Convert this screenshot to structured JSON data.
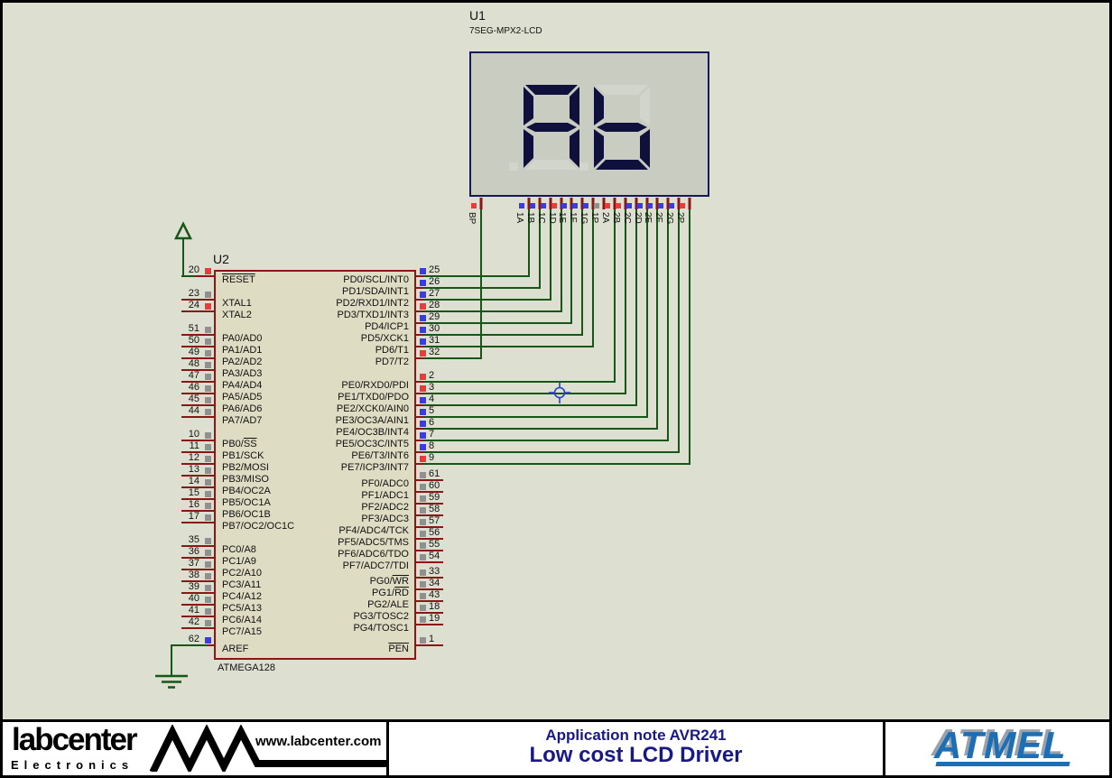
{
  "titleblock": {
    "app_note_line1": "Application note AVR241",
    "app_note_line2": "Low cost LCD Driver",
    "labcenter": {
      "name": "labcenter",
      "sub": "Electronics",
      "url": "www.labcenter.com"
    },
    "atmel": "ATMEL"
  },
  "lcd": {
    "ref": "U1",
    "part": "7SEG-MPX2-LCD",
    "display_text": "Ab",
    "digits": [
      {
        "char": "A",
        "lit": [
          "a",
          "b",
          "c",
          "e",
          "f",
          "g"
        ]
      },
      {
        "char": "b",
        "lit": [
          "c",
          "d",
          "e",
          "f",
          "g"
        ]
      }
    ],
    "pins": [
      {
        "name": "BP",
        "ind": "red"
      },
      {
        "name": "1A",
        "ind": "blue"
      },
      {
        "name": "1B",
        "ind": "blue"
      },
      {
        "name": "1C",
        "ind": "blue"
      },
      {
        "name": "1D",
        "ind": "red"
      },
      {
        "name": "1E",
        "ind": "blue"
      },
      {
        "name": "1F",
        "ind": "blue"
      },
      {
        "name": "1G",
        "ind": "blue"
      },
      {
        "name": "1P",
        "ind": "gray"
      },
      {
        "name": "2A",
        "ind": "red"
      },
      {
        "name": "2B",
        "ind": "red"
      },
      {
        "name": "2C",
        "ind": "blue"
      },
      {
        "name": "2D",
        "ind": "blue"
      },
      {
        "name": "2E",
        "ind": "blue"
      },
      {
        "name": "2F",
        "ind": "blue"
      },
      {
        "name": "2G",
        "ind": "blue"
      },
      {
        "name": "2P",
        "ind": "red"
      }
    ]
  },
  "mcu": {
    "ref": "U2",
    "part": "ATMEGA128",
    "left_groups": [
      {
        "pins": [
          {
            "num": "20",
            "label": "~RESET~",
            "ind": "red"
          }
        ]
      },
      {
        "pins": [
          {
            "num": "23",
            "label": "XTAL1",
            "ind": "gray"
          },
          {
            "num": "24",
            "label": "XTAL2",
            "ind": "red"
          }
        ]
      },
      {
        "pins": [
          {
            "num": "51",
            "label": "PA0/AD0",
            "ind": "gray"
          },
          {
            "num": "50",
            "label": "PA1/AD1",
            "ind": "gray"
          },
          {
            "num": "49",
            "label": "PA2/AD2",
            "ind": "gray"
          },
          {
            "num": "48",
            "label": "PA3/AD3",
            "ind": "gray"
          },
          {
            "num": "47",
            "label": "PA4/AD4",
            "ind": "gray"
          },
          {
            "num": "46",
            "label": "PA5/AD5",
            "ind": "gray"
          },
          {
            "num": "45",
            "label": "PA6/AD6",
            "ind": "gray"
          },
          {
            "num": "44",
            "label": "PA7/AD7",
            "ind": "gray"
          }
        ]
      },
      {
        "pins": [
          {
            "num": "10",
            "label": "PB0/~SS~",
            "ind": "gray"
          },
          {
            "num": "11",
            "label": "PB1/SCK",
            "ind": "gray"
          },
          {
            "num": "12",
            "label": "PB2/MOSI",
            "ind": "gray"
          },
          {
            "num": "13",
            "label": "PB3/MISO",
            "ind": "gray"
          },
          {
            "num": "14",
            "label": "PB4/OC2A",
            "ind": "gray"
          },
          {
            "num": "15",
            "label": "PB5/OC1A",
            "ind": "gray"
          },
          {
            "num": "16",
            "label": "PB6/OC1B",
            "ind": "gray"
          },
          {
            "num": "17",
            "label": "PB7/OC2/OC1C",
            "ind": "gray"
          }
        ]
      },
      {
        "pins": [
          {
            "num": "35",
            "label": "PC0/A8",
            "ind": "gray"
          },
          {
            "num": "36",
            "label": "PC1/A9",
            "ind": "gray"
          },
          {
            "num": "37",
            "label": "PC2/A10",
            "ind": "gray"
          },
          {
            "num": "38",
            "label": "PC3/A11",
            "ind": "gray"
          },
          {
            "num": "39",
            "label": "PC4/A12",
            "ind": "gray"
          },
          {
            "num": "40",
            "label": "PC5/A13",
            "ind": "gray"
          },
          {
            "num": "41",
            "label": "PC6/A14",
            "ind": "gray"
          },
          {
            "num": "42",
            "label": "PC7/A15",
            "ind": "gray"
          }
        ]
      },
      {
        "pins": [
          {
            "num": "62",
            "label": "AREF",
            "ind": "blue"
          }
        ]
      }
    ],
    "right_groups": [
      {
        "pins": [
          {
            "num": "25",
            "label": "PD0/SCL/INT0",
            "ind": "blue"
          },
          {
            "num": "26",
            "label": "PD1/SDA/INT1",
            "ind": "blue"
          },
          {
            "num": "27",
            "label": "PD2/RXD1/INT2",
            "ind": "blue"
          },
          {
            "num": "28",
            "label": "PD3/TXD1/INT3",
            "ind": "red"
          },
          {
            "num": "29",
            "label": "PD4/ICP1",
            "ind": "blue"
          },
          {
            "num": "30",
            "label": "PD5/XCK1",
            "ind": "blue"
          },
          {
            "num": "31",
            "label": "PD6/T1",
            "ind": "blue"
          },
          {
            "num": "32",
            "label": "PD7/T2",
            "ind": "red"
          }
        ]
      },
      {
        "pins": [
          {
            "num": "2",
            "label": "PE0/RXD0/PDI",
            "ind": "red"
          },
          {
            "num": "3",
            "label": "PE1/TXD0/PDO",
            "ind": "red"
          },
          {
            "num": "4",
            "label": "PE2/XCK0/AIN0",
            "ind": "blue"
          },
          {
            "num": "5",
            "label": "PE3/OC3A/AIN1",
            "ind": "blue"
          },
          {
            "num": "6",
            "label": "PE4/OC3B/INT4",
            "ind": "blue"
          },
          {
            "num": "7",
            "label": "PE5/OC3C/INT5",
            "ind": "blue"
          },
          {
            "num": "8",
            "label": "PE6/T3/INT6",
            "ind": "blue"
          },
          {
            "num": "9",
            "label": "PE7/ICP3/INT7",
            "ind": "red"
          }
        ]
      },
      {
        "pins": [
          {
            "num": "61",
            "label": "PF0/ADC0",
            "ind": "gray"
          },
          {
            "num": "60",
            "label": "PF1/ADC1",
            "ind": "gray"
          },
          {
            "num": "59",
            "label": "PF2/ADC2",
            "ind": "gray"
          },
          {
            "num": "58",
            "label": "PF3/ADC3",
            "ind": "gray"
          },
          {
            "num": "57",
            "label": "PF4/ADC4/TCK",
            "ind": "gray"
          },
          {
            "num": "56",
            "label": "PF5/ADC5/TMS",
            "ind": "gray"
          },
          {
            "num": "55",
            "label": "PF6/ADC6/TDO",
            "ind": "gray"
          },
          {
            "num": "54",
            "label": "PF7/ADC7/TDI",
            "ind": "gray"
          }
        ]
      },
      {
        "pins": [
          {
            "num": "33",
            "label": "PG0/~WR~",
            "ind": "gray"
          },
          {
            "num": "34",
            "label": "PG1/~RD~",
            "ind": "gray"
          },
          {
            "num": "43",
            "label": "PG2/ALE",
            "ind": "gray"
          },
          {
            "num": "18",
            "label": "PG3/TOSC2",
            "ind": "gray"
          },
          {
            "num": "19",
            "label": "PG4/TOSC1",
            "ind": "gray"
          }
        ]
      },
      {
        "pins": [
          {
            "num": "1",
            "label": "~PEN~",
            "ind": "gray"
          }
        ]
      }
    ]
  },
  "connections": [
    {
      "mcu": "25",
      "lcd": "1A"
    },
    {
      "mcu": "26",
      "lcd": "1B"
    },
    {
      "mcu": "27",
      "lcd": "1C"
    },
    {
      "mcu": "28",
      "lcd": "1D"
    },
    {
      "mcu": "29",
      "lcd": "1E"
    },
    {
      "mcu": "30",
      "lcd": "1F"
    },
    {
      "mcu": "31",
      "lcd": "1G"
    },
    {
      "mcu": "32",
      "lcd": "BP"
    },
    {
      "mcu": "2",
      "lcd": "2A"
    },
    {
      "mcu": "3",
      "lcd": "2B"
    },
    {
      "mcu": "4",
      "lcd": "2C"
    },
    {
      "mcu": "5",
      "lcd": "2D"
    },
    {
      "mcu": "6",
      "lcd": "2E"
    },
    {
      "mcu": "7",
      "lcd": "2F"
    },
    {
      "mcu": "8",
      "lcd": "2G"
    },
    {
      "mcu": "9",
      "lcd": "2P"
    }
  ],
  "colors": {
    "bg": "#dde0d0",
    "wire": "#165616",
    "pin": "#8b1616",
    "chip_fill": "#dedcc3",
    "chip_border": "#8b1616",
    "lcd_border": "#17175c",
    "lcd_fill": "#c9cdc1",
    "segment_on": "#10103c",
    "segment_ghost": "#d2d5cc",
    "ind_blue": "#3a3aec",
    "ind_red": "#ec3a3a",
    "ind_gray": "#909090",
    "navy": "#181887",
    "atmel_blue": "#1d6fb5",
    "cursor_blue": "#2741c8"
  }
}
